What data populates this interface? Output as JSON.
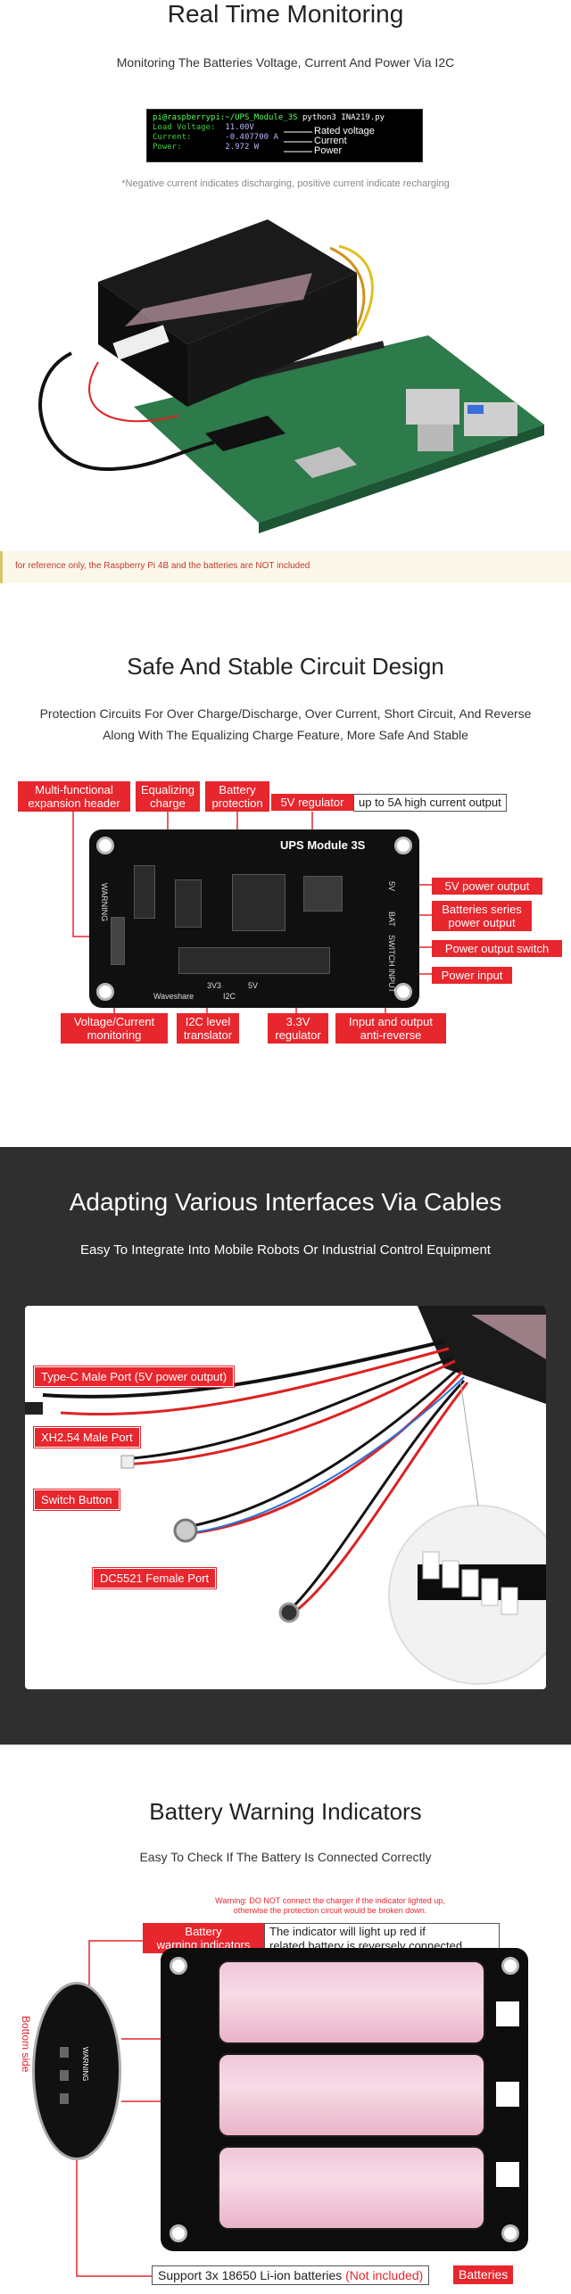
{
  "section1": {
    "title": "Real Time Monitoring",
    "subtitle": "Monitoring The Batteries Voltage, Current And Power Via I2C",
    "terminal": {
      "prompt": "pi@raspberrypi:~/UPS_Module_3S",
      "command": " python3 INA219.py",
      "lines": [
        {
          "label": "Load Voltage:",
          "value": "11.00V"
        },
        {
          "label": "Current:",
          "value": "-0.407700 A"
        },
        {
          "label": "Power:",
          "value": "2.972 W"
        }
      ],
      "annotations": [
        "Rated voltage",
        "Current",
        "Power"
      ]
    },
    "note": "*Negative current indicates discharging, positive current indicate recharging",
    "banner": "for reference only, the Raspberry Pi 4B and the batteries are NOT included"
  },
  "section2": {
    "title": "Safe And Stable Circuit Design",
    "subtitle_lines": [
      "Protection Circuits For Over Charge/Discharge, Over Current, Short Circuit, And Reverse",
      "Along With The Equalizing Charge Feature, More Safe And Stable"
    ],
    "board_title": "UPS Module 3S",
    "top_labels": [
      "Multi-functional\nexpansion header",
      "Equalizing\ncharge",
      "Battery\nprotection",
      "5V regulator"
    ],
    "top_note": "up to 5A high current output",
    "right_labels": [
      "5V power output",
      "Batteries series\npower output",
      "Power output switch",
      "Power input"
    ],
    "bottom_labels": [
      "Voltage/Current\nmonitoring",
      "I2C level\ntranslator",
      "3.3V\nregulator",
      "Input and output\nanti-reverse"
    ],
    "silk": {
      "side": "WARNING",
      "v3": "3V3",
      "v5": "5V",
      "i2c": "I2C",
      "brand": "Waveshare",
      "v5out": "5V",
      "bat": "BAT",
      "sw": "SWITCH",
      "inp": "INPUT"
    }
  },
  "section3": {
    "title": "Adapting Various Interfaces Via Cables",
    "subtitle": "Easy To Integrate Into Mobile Robots Or Industrial Control Equipment",
    "labels": [
      "Type-C Male Port (5V power output)",
      "XH2.54 Male Port",
      "Switch Button",
      "DC5521 Female Port"
    ]
  },
  "section4": {
    "title": "Battery Warning Indicators",
    "subtitle": "Easy To Check If The Battery Is Connected Correctly",
    "indicator_label": "Battery\nwarning indicators",
    "indicator_note": "The indicator will light up red if\nrelated battery is reversely connected",
    "warning": "Warning: DO NOT connect the charger if the indicator lighted up,\notherwise the protection circuit would be broken down.",
    "bottom_side": "Bottom side",
    "zoom_text": "WARNING",
    "support_text": "Support 3x 18650 Li-ion batteries",
    "not_included": "(Not included)",
    "batteries_tag": "Batteries"
  }
}
